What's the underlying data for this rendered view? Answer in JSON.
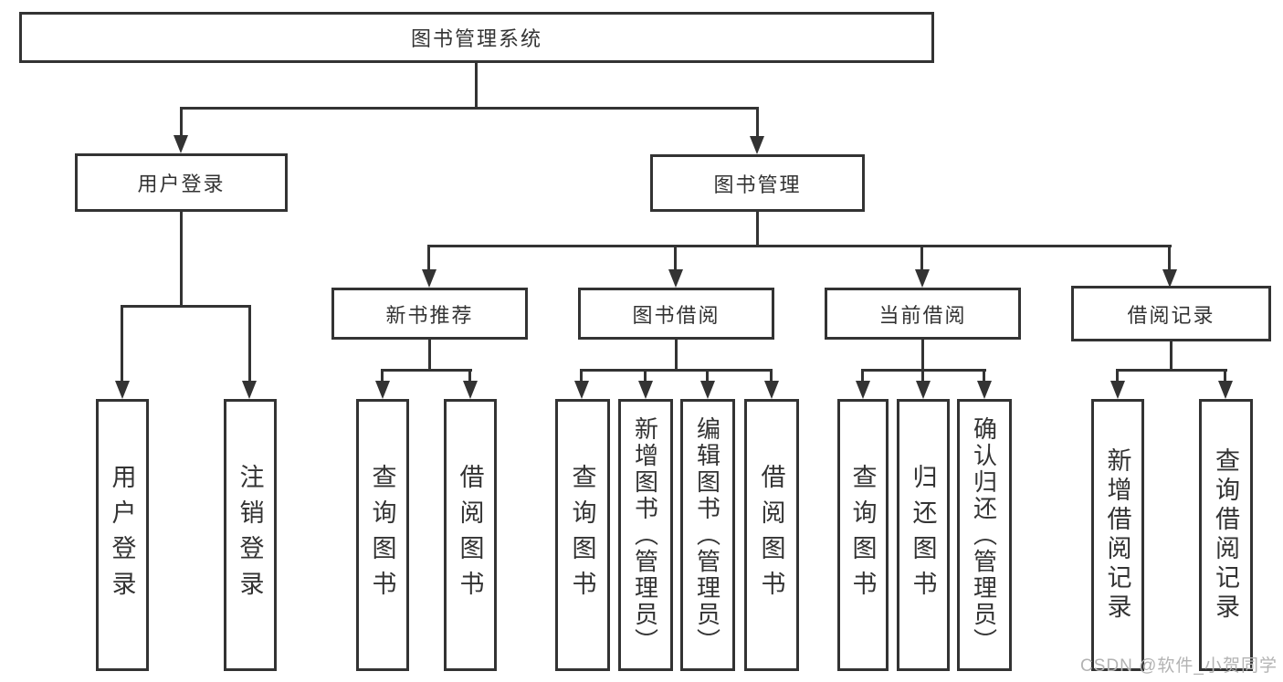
{
  "diagram_type": "tree",
  "root": {
    "label": "图书管理系统",
    "children": [
      {
        "label": "用户登录",
        "children": [
          {
            "label": "用户登录"
          },
          {
            "label": "注销登录"
          }
        ]
      },
      {
        "label": "图书管理",
        "children": [
          {
            "label": "新书推荐",
            "children": [
              {
                "label": "查询图书"
              },
              {
                "label": "借阅图书"
              }
            ]
          },
          {
            "label": "图书借阅",
            "children": [
              {
                "label": "查询图书"
              },
              {
                "label": "新增图书（管理员）"
              },
              {
                "label": "编辑图书（管理员）"
              },
              {
                "label": "借阅图书"
              }
            ]
          },
          {
            "label": "当前借阅",
            "children": [
              {
                "label": "查询图书"
              },
              {
                "label": "归还图书"
              },
              {
                "label": "确认归还（管理员）"
              }
            ]
          },
          {
            "label": "借阅记录",
            "children": [
              {
                "label": "新增借阅记录"
              },
              {
                "label": "查询借阅记录"
              }
            ]
          }
        ]
      }
    ]
  },
  "watermark": {
    "text": "CSDN @软件_小贺同学"
  },
  "colors": {
    "line": "#333333",
    "box_border": "#333333",
    "text": "#333333",
    "background": "#ffffff",
    "watermark_text": "#b3b3b3"
  }
}
